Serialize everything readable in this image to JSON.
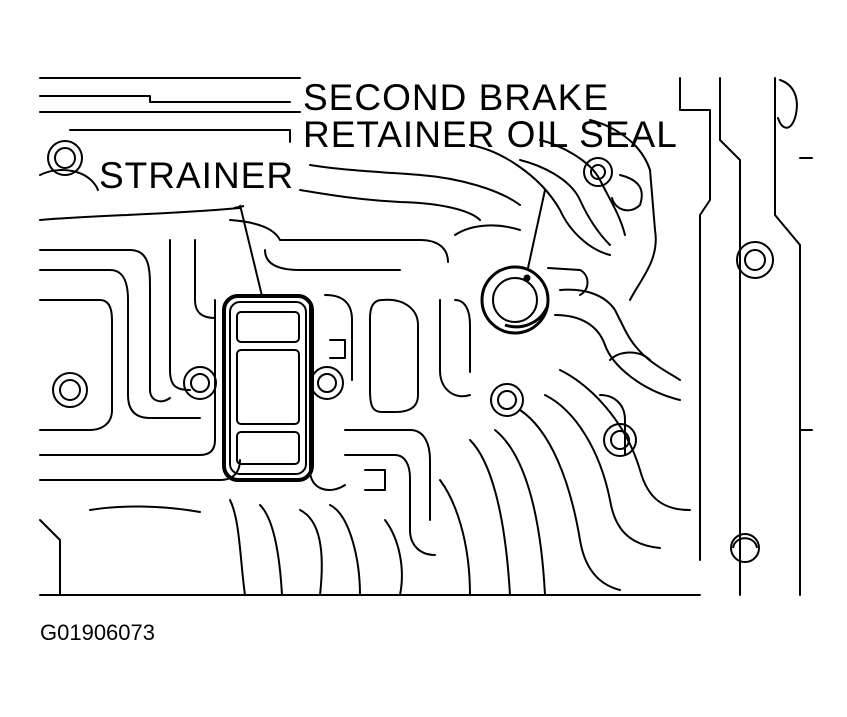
{
  "callouts": {
    "oil_seal_line1": "SECOND BRAKE",
    "oil_seal_line2": "RETAINER OIL SEAL",
    "strainer": "STRAINER"
  },
  "figure_id": "G01906073",
  "colors": {
    "line": "#000000",
    "background": "#ffffff"
  }
}
